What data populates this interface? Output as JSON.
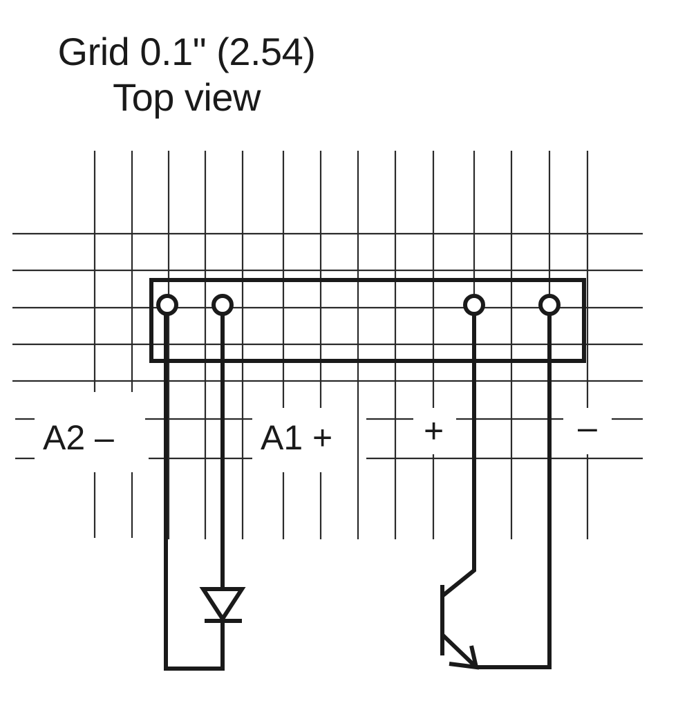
{
  "title": {
    "line1": "Grid 0.1\" (2.54)",
    "line2": "Top view"
  },
  "pin_labels": {
    "a2": "A2 –",
    "a1": "A1 +",
    "plus": "+",
    "minus": "–"
  },
  "colors": {
    "grid": "#2a2a2a",
    "ink": "#1a1a1a",
    "background": "#ffffff"
  },
  "components": {
    "left": "diode",
    "right": "npn-transistor"
  }
}
